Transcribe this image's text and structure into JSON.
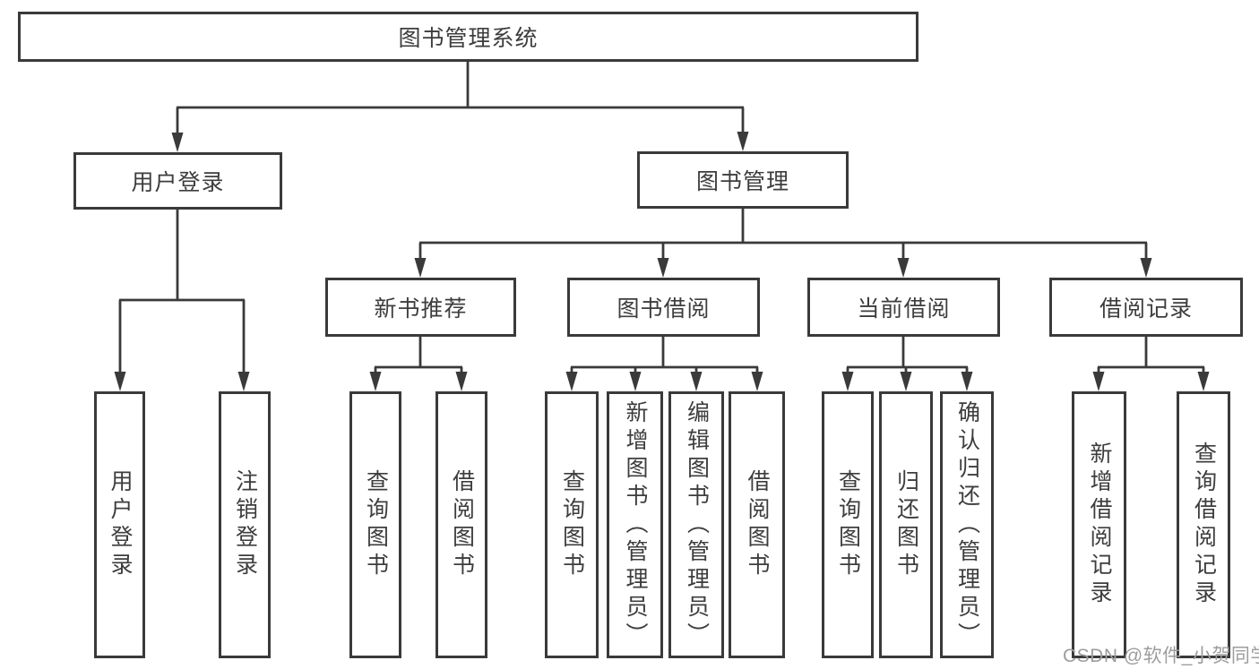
{
  "tree": {
    "label": "图书管理系统",
    "children": [
      {
        "label": "用户登录",
        "children": [
          {
            "label": "用户登录"
          },
          {
            "label": "注销登录"
          }
        ]
      },
      {
        "label": "图书管理",
        "children": [
          {
            "label": "新书推荐",
            "children": [
              {
                "label": "查询图书"
              },
              {
                "label": "借阅图书"
              }
            ]
          },
          {
            "label": "图书借阅",
            "children": [
              {
                "label": "查询图书"
              },
              {
                "label": "新增图书（管理员）"
              },
              {
                "label": "编辑图书（管理员）"
              },
              {
                "label": "借阅图书"
              }
            ]
          },
          {
            "label": "当前借阅",
            "children": [
              {
                "label": "查询图书"
              },
              {
                "label": "归还图书"
              },
              {
                "label": "确认归还（管理员）"
              }
            ]
          },
          {
            "label": "借阅记录",
            "children": [
              {
                "label": "新增借阅记录"
              },
              {
                "label": "查询借阅记录"
              }
            ]
          }
        ]
      }
    ]
  },
  "watermark": {
    "text": "CSDN @软件_小贺同学"
  },
  "colors": {
    "line": "#3a3a3a",
    "border": "#3a3a3a",
    "fill": "#ffffff",
    "text": "#3d3d3d",
    "watermark": "#9d9d9d"
  }
}
